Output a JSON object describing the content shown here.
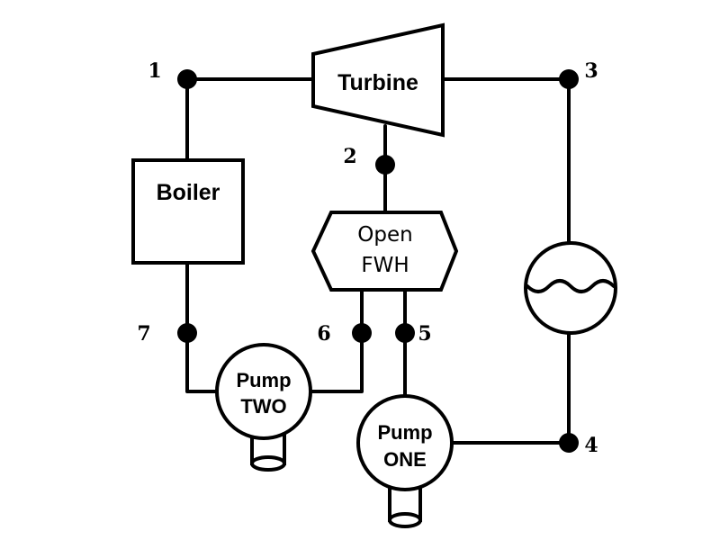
{
  "diagram": {
    "components": {
      "turbine": "Turbine",
      "boiler": "Boiler",
      "fwh_line1": "Open",
      "fwh_line2": "FWH",
      "pump_two_line1": "Pump",
      "pump_two_line2": "TWO",
      "pump_one_line1": "Pump",
      "pump_one_line2": "ONE"
    },
    "state_points": {
      "p1": "1",
      "p2": "2",
      "p3": "3",
      "p4": "4",
      "p5": "5",
      "p6": "6",
      "p7": "7"
    },
    "colors": {
      "line": "#000000",
      "background": "#ffffff"
    },
    "icons": [
      "condenser-icon",
      "pump-inlet-pipe-icon"
    ]
  }
}
